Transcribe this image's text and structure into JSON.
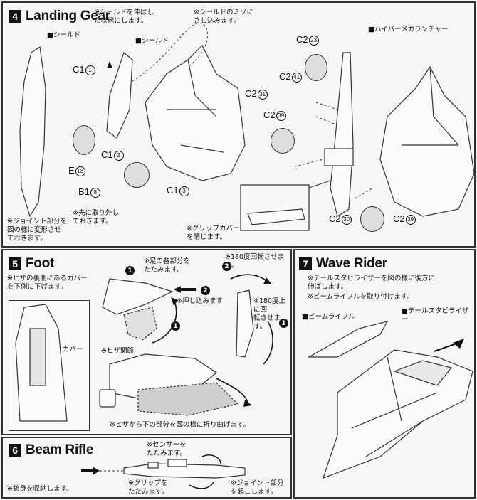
{
  "sections": {
    "landing_gear": {
      "number": "4",
      "title": "Landing Gear"
    },
    "foot": {
      "number": "5",
      "title": "Foot"
    },
    "wave_rider": {
      "number": "7",
      "title": "Wave Rider"
    },
    "beam_rifle": {
      "number": "6",
      "title": "Beam Rifle"
    }
  },
  "landing_gear": {
    "note_shield_extend": "※シールドを伸ばし\nた状態にします。",
    "note_shield_groove": "※シールドのミゾに\nさし込みます。",
    "shield_left": "■シールド",
    "shield_mid": "■シールド",
    "hyper_mega_launcher": "■ハイパーメガランチャー",
    "note_joint": "※ジョイント部分を\n図の様に変形させ\nておきます。",
    "note_remove": "※先に取り外し\nておきます。",
    "note_grip_cover": "※グリップカバー\nを閉じます。",
    "parts": {
      "c1_1": {
        "code": "C1",
        "num": "1"
      },
      "c1_2": {
        "code": "C1",
        "num": "2"
      },
      "c1_3": {
        "code": "C1",
        "num": "3"
      },
      "e_13": {
        "code": "E",
        "num": "13"
      },
      "b1_8": {
        "code": "B1",
        "num": "8"
      },
      "c2_23": {
        "code": "C2",
        "num": "23"
      },
      "c2_41": {
        "code": "C2",
        "num": "41"
      },
      "c2_31": {
        "code": "C2",
        "num": "31"
      },
      "c2_39a": {
        "code": "C2",
        "num": "39"
      },
      "c2_30": {
        "code": "C2",
        "num": "30"
      },
      "c2_39b": {
        "code": "C2",
        "num": "39"
      }
    }
  },
  "foot": {
    "note_cover": "※ヒザの裏側にあるカバー\nを下側に下げます。",
    "cover_label": "カバー",
    "note_fold_parts": "※足の各部分を\nたたみます。",
    "note_push_in": "※押し込みます",
    "note_rotate_180": "※180度回転させます。",
    "note_rotate_up": "※180度上に回\n転させます。",
    "knee_joint": "※ヒザ関節",
    "note_fold_below_knee": "※ヒザから下の部分を図の様に折り曲げます。",
    "step1": "1",
    "step2": "2"
  },
  "wave_rider": {
    "note_tail": "※テールスタビライザーを図の様に後方に\n伸ばします。",
    "note_beam_rifle": "※ビームライフルを取り付けます。",
    "beam_rifle_label": "■ビームライフル",
    "tail_stabilizer_label": "■テールスタビライザー"
  },
  "beam_rifle": {
    "note_sensor": "※センサーを\nたたみます。",
    "note_barrel": "※銃身を収納します。",
    "note_grip": "※グリップを\nたたみます。",
    "note_joint": "※ジョイント部分\nを起こします。"
  }
}
